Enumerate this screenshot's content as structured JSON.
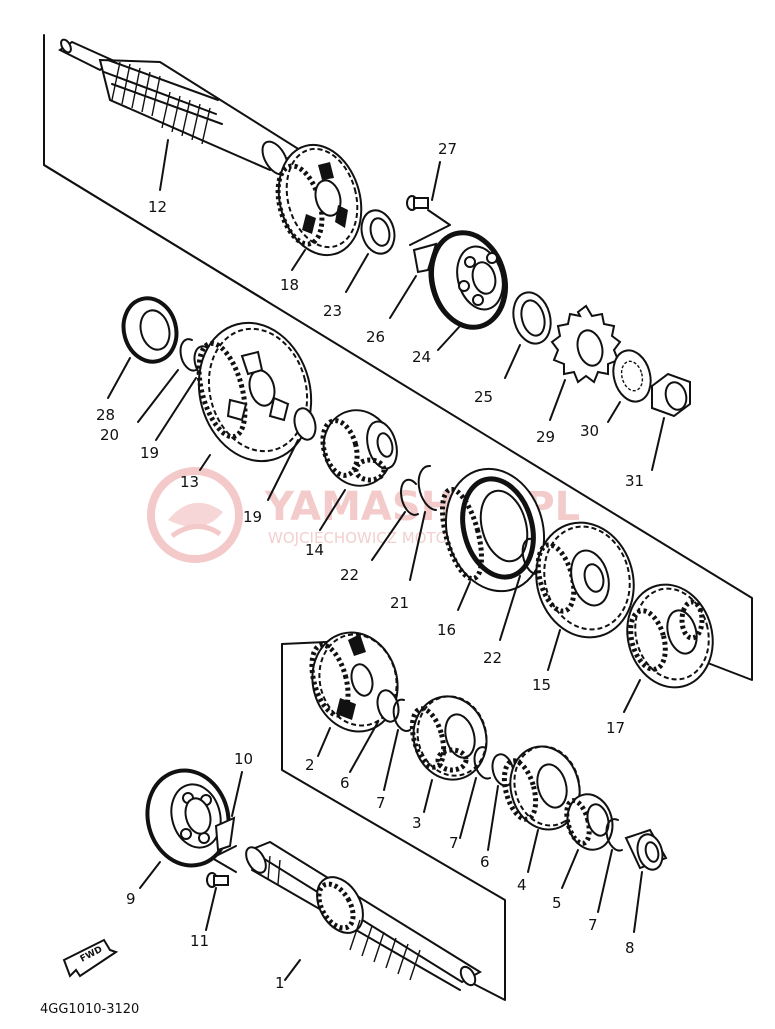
{
  "diagram": {
    "part_code": "4GG1010-3120",
    "fwd_label": "FWD",
    "watermark": {
      "text": "YAMASHOP.PL",
      "subtext": "WOJCIECHOWICZ MOTOCYKLE"
    },
    "labels": [
      "1",
      "2",
      "3",
      "4",
      "5",
      "6",
      "6",
      "7",
      "7",
      "7",
      "8",
      "9",
      "10",
      "11",
      "12",
      "13",
      "14",
      "15",
      "16",
      "17",
      "18",
      "19",
      "19",
      "20",
      "21",
      "22",
      "22",
      "23",
      "24",
      "25",
      "26",
      "27",
      "28",
      "29",
      "30",
      "31"
    ]
  }
}
